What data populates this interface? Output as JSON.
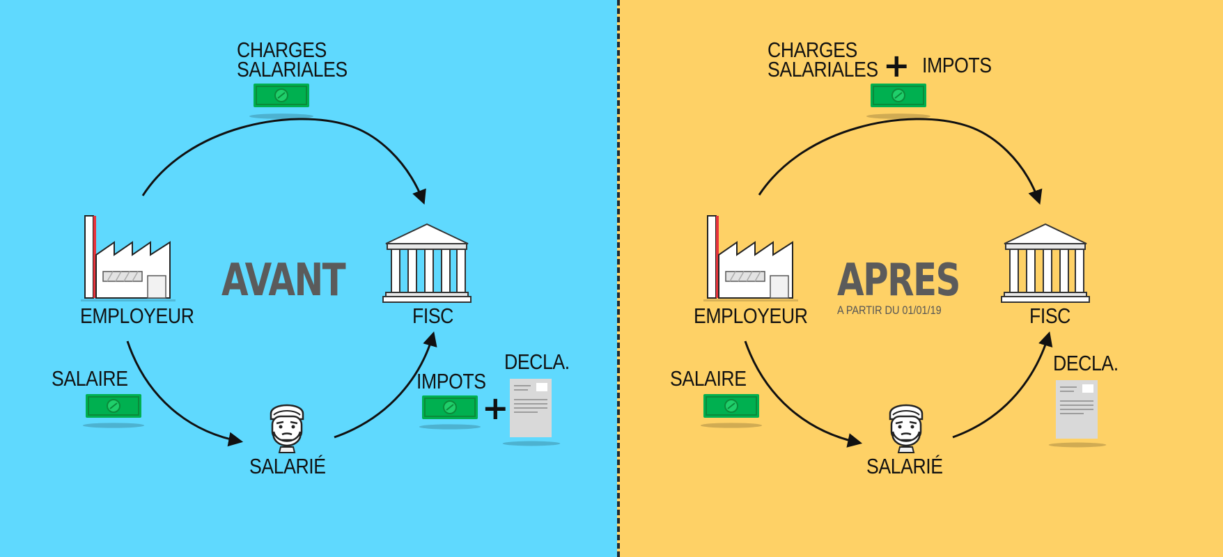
{
  "before": {
    "title": "AVANT",
    "nodes": {
      "employer": "EMPLOYEUR",
      "tax": "FISC",
      "employee": "SALARIÉ"
    },
    "flows": {
      "social_charges": "CHARGES\nSALARIALES",
      "salary": "SALAIRE",
      "taxes": "IMPOTS",
      "declaration": "DECLA."
    }
  },
  "after": {
    "title": "APRES",
    "subtitle": "A PARTIR DU 01/01/19",
    "nodes": {
      "employer": "EMPLOYEUR",
      "tax": "FISC",
      "employee": "SALARIÉ"
    },
    "flows": {
      "social_charges": "CHARGES\nSALARIALES",
      "taxes": "IMPOTS",
      "salary": "SALAIRE",
      "declaration": "DECLA."
    }
  },
  "colors": {
    "before_bg": "#5fd9fe",
    "after_bg": "#fed166",
    "banknote": "#00b050",
    "chimney_red": "#e8343c",
    "title_gray": "#5b5b5b"
  },
  "icons": [
    "factory-icon",
    "government-building-icon",
    "bearded-man-avatar-icon",
    "banknote-icon",
    "document-icon",
    "plus-icon"
  ]
}
